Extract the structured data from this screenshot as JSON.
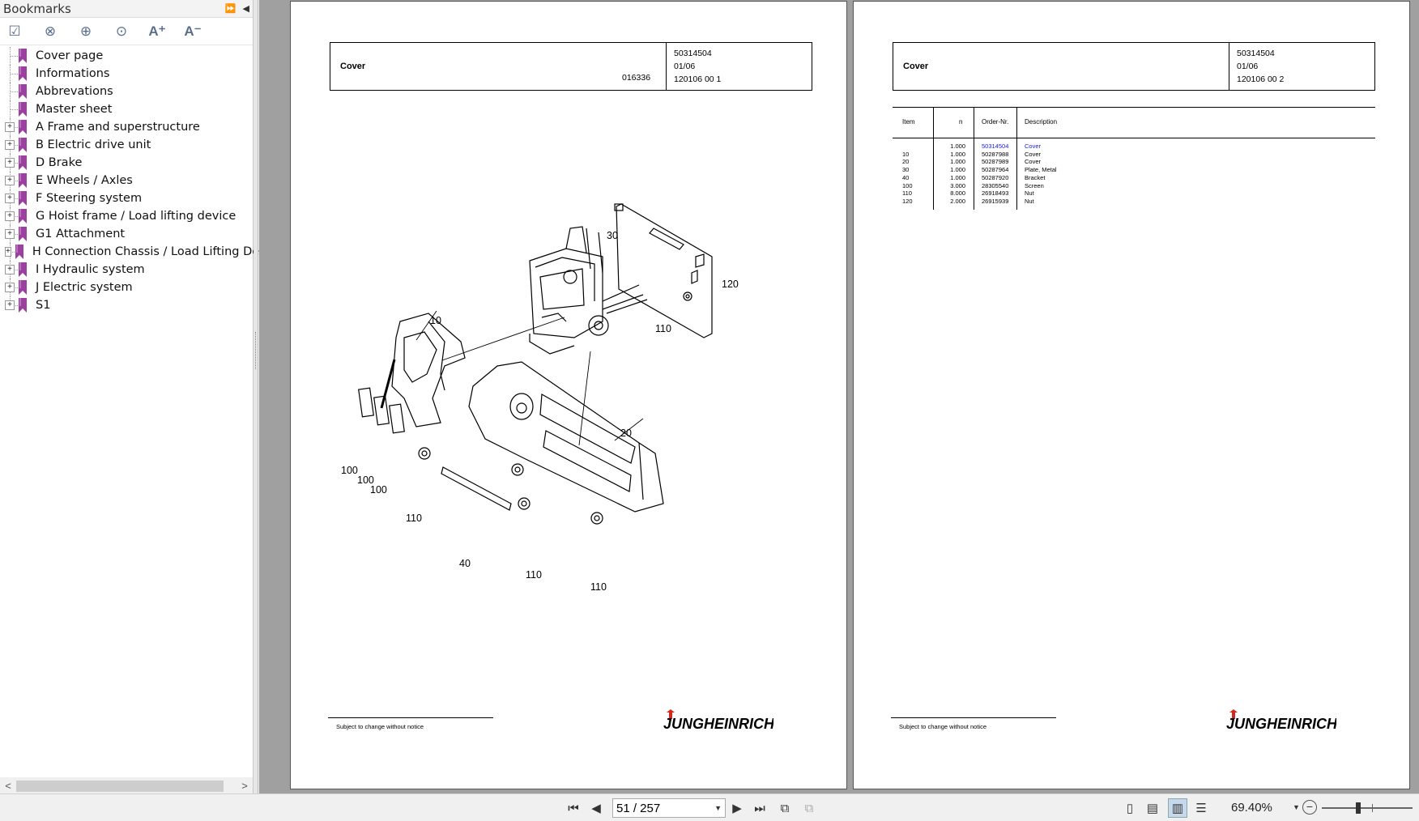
{
  "sidebar": {
    "title": "Bookmarks",
    "bookmarks": [
      {
        "label": "Cover page",
        "expandable": false
      },
      {
        "label": "Informations",
        "expandable": false
      },
      {
        "label": "Abbrevations",
        "expandable": false
      },
      {
        "label": "Master sheet",
        "expandable": false
      },
      {
        "label": "A Frame and superstructure",
        "expandable": true
      },
      {
        "label": "B Electric drive unit",
        "expandable": true
      },
      {
        "label": "D Brake",
        "expandable": true
      },
      {
        "label": "E Wheels / Axles",
        "expandable": true
      },
      {
        "label": "F Steering system",
        "expandable": true
      },
      {
        "label": "G Hoist frame / Load lifting device",
        "expandable": true
      },
      {
        "label": "G1 Attachment",
        "expandable": true
      },
      {
        "label": "H Connection Chassis / Load Lifting Devi",
        "expandable": true
      },
      {
        "label": "I Hydraulic system",
        "expandable": true
      },
      {
        "label": "J Electric system",
        "expandable": true
      },
      {
        "label": "S1",
        "expandable": true
      }
    ]
  },
  "page_left": {
    "title": "Cover",
    "figure_no": "016336",
    "meta": [
      "50314504",
      "01/06",
      "120106 00 1"
    ],
    "footer": "Subject to change without notice",
    "callouts": [
      "10",
      "20",
      "30",
      "40",
      "100",
      "100",
      "100",
      "110",
      "110",
      "110",
      "110",
      "120"
    ]
  },
  "page_right": {
    "title": "Cover",
    "meta": [
      "50314504",
      "01/06",
      "120106 00 2"
    ],
    "footer": "Subject to change without notice",
    "parts": {
      "headers": {
        "item": "Item",
        "n": "n",
        "order": "Order-Nr.",
        "desc": "Description"
      },
      "rows": [
        {
          "item": "",
          "n": "1.000",
          "order": "50314504",
          "desc": "Cover",
          "link": true
        },
        {
          "item": "10",
          "n": "1.000",
          "order": "50287988",
          "desc": "Cover",
          "link": false
        },
        {
          "item": "20",
          "n": "1.000",
          "order": "50287989",
          "desc": "Cover",
          "link": false
        },
        {
          "item": "30",
          "n": "1.000",
          "order": "50287964",
          "desc": "Plate, Metal",
          "link": false
        },
        {
          "item": "40",
          "n": "1.000",
          "order": "50287920",
          "desc": "Bracket",
          "link": false
        },
        {
          "item": "100",
          "n": "3.000",
          "order": "28305540",
          "desc": "Screen",
          "link": false
        },
        {
          "item": "110",
          "n": "8.000",
          "order": "26918493",
          "desc": "Nut",
          "link": false
        },
        {
          "item": "120",
          "n": "2.000",
          "order": "26915939",
          "desc": "Nut",
          "link": false
        }
      ]
    }
  },
  "logo_text": "JUNGHEINRICH",
  "toolbar": {
    "page_indicator": "51 / 257",
    "zoom": "69.40%"
  },
  "colors": {
    "bookmark_icon": "#9b3fa0",
    "link": "#1a1ae6",
    "logo_red": "#d9261c"
  },
  "icons": {
    "first": "skip-first-icon",
    "prev": "prev-icon",
    "next": "next-icon",
    "last": "skip-last-icon"
  }
}
